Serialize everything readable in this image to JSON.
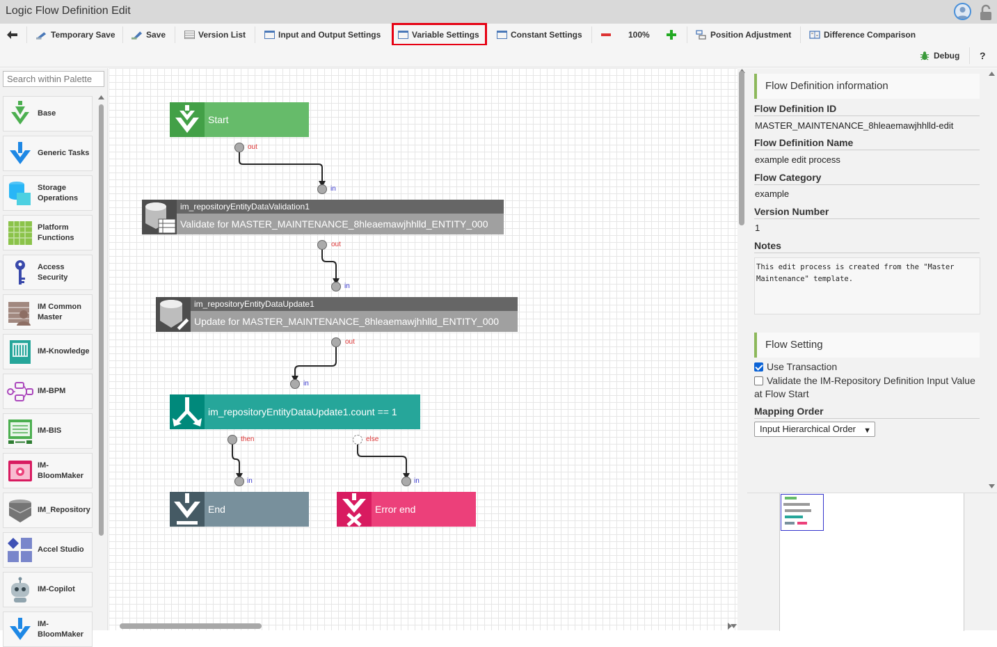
{
  "window": {
    "title": "Logic Flow Definition Edit"
  },
  "toolbar": {
    "temporary_save": "Temporary Save",
    "save": "Save",
    "version_list": "Version List",
    "io_settings": "Input and Output Settings",
    "variable_settings": "Variable Settings",
    "constant_settings": "Constant Settings",
    "zoom": "100%",
    "position_adjustment": "Position Adjustment",
    "difference_comparison": "Difference Comparison",
    "debug": "Debug",
    "help": "?"
  },
  "palette": {
    "search_placeholder": "Search within Palette",
    "items": [
      {
        "label": "Base"
      },
      {
        "label": "Generic Tasks"
      },
      {
        "label": "Storage Operations"
      },
      {
        "label": "Platform Functions"
      },
      {
        "label": "Access Security"
      },
      {
        "label": "IM Common Master"
      },
      {
        "label": "IM-Knowledge"
      },
      {
        "label": "IM-BPM"
      },
      {
        "label": "IM-BIS"
      },
      {
        "label": "IM-BloomMaker"
      },
      {
        "label": "IM_Repository"
      },
      {
        "label": "Accel Studio"
      },
      {
        "label": "IM-Copilot"
      },
      {
        "label": "IM-BloomMaker"
      }
    ]
  },
  "flow": {
    "start": "Start",
    "validate_head": "im_repositoryEntityDataValidation1",
    "validate_body": "Validate for MASTER_MAINTENANCE_8hleaemawjhhlld_ENTITY_000",
    "update_head": "im_repositoryEntityDataUpdate1",
    "update_body": "Update for MASTER_MAINTENANCE_8hleaemawjhhlld_ENTITY_000",
    "condition": "im_repositoryEntityDataUpdate1.count == 1",
    "end": "End",
    "error_end": "Error end",
    "port_out": "out",
    "port_in": "in",
    "port_then": "then",
    "port_else": "else"
  },
  "info": {
    "section_title": "Flow Definition information",
    "id_label": "Flow Definition ID",
    "id_value": "MASTER_MAINTENANCE_8hleaemawjhhlld-edit",
    "name_label": "Flow Definition Name",
    "name_value": "example edit process",
    "category_label": "Flow Category",
    "category_value": "example",
    "version_label": "Version Number",
    "version_value": "1",
    "notes_label": "Notes",
    "notes_value": "This edit process is created from the \"Master Maintenance\" template."
  },
  "settings": {
    "section_title": "Flow Setting",
    "use_transaction": "Use Transaction",
    "use_transaction_checked": true,
    "validate_input": "Validate the IM-Repository Definition Input Value at Flow Start",
    "validate_input_checked": false,
    "mapping_label": "Mapping Order",
    "mapping_value": "Input Hierarchical Order"
  },
  "colors": {
    "start": "#66bb6a",
    "condition": "#26a69a",
    "end": "#78909c",
    "error_end": "#ec407a",
    "highlight": "#e60012"
  }
}
